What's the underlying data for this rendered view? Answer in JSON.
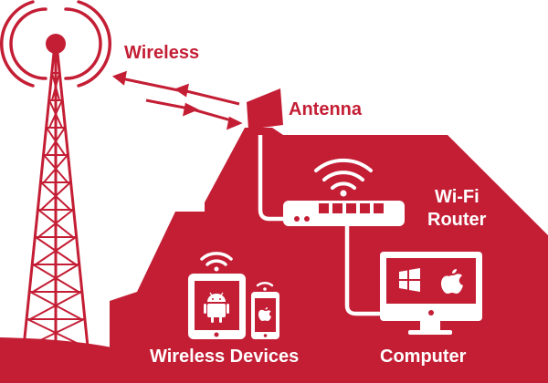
{
  "colors": {
    "primary": "#c41e35",
    "background": "#ffffff",
    "foreground": "#ffffff"
  },
  "labels": {
    "wireless": "Wireless",
    "antenna": "Antenna",
    "wifi_router_line1": "Wi-Fi",
    "wifi_router_line2": "Router",
    "wireless_devices": "Wireless Devices",
    "computer": "Computer"
  },
  "icons": [
    "cell-tower-icon",
    "antenna-icon",
    "wifi-router-icon",
    "wifi-signal-icon",
    "tablet-icon",
    "android-icon",
    "smartphone-icon",
    "apple-icon",
    "monitor-icon",
    "windows-icon"
  ]
}
